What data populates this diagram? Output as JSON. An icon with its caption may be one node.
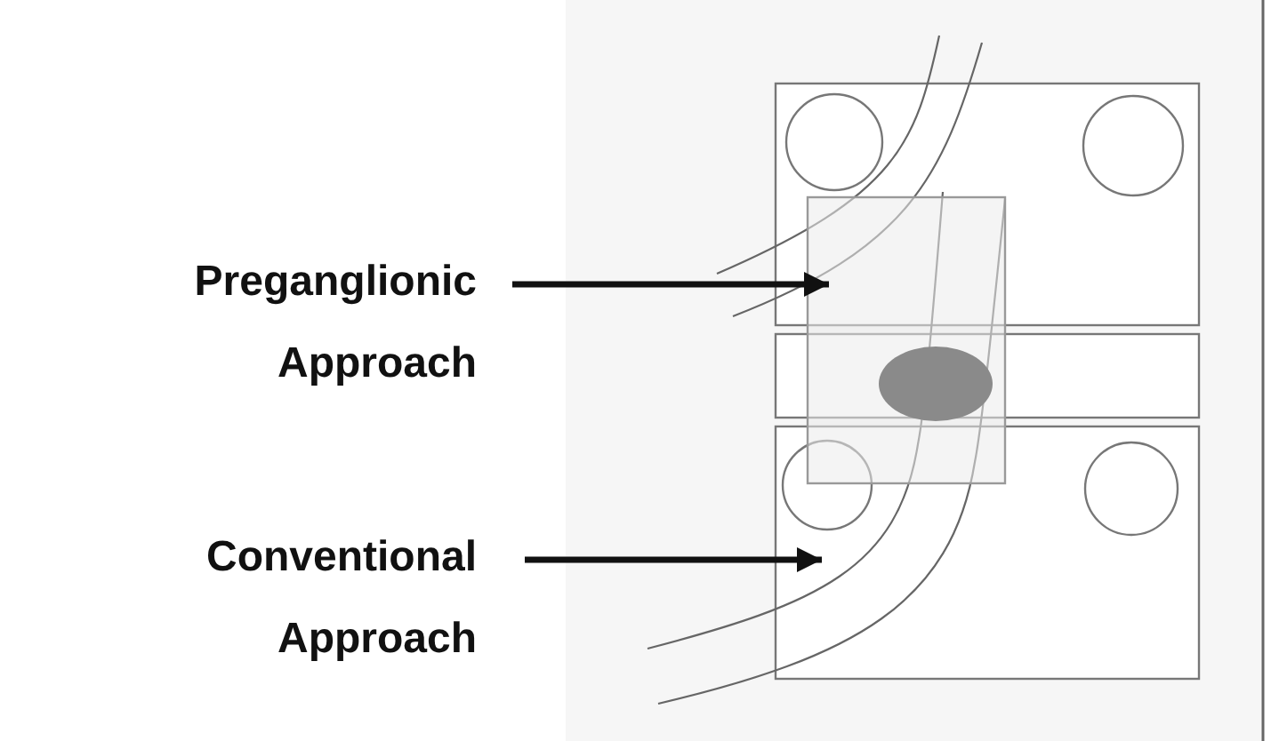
{
  "diagram": {
    "nodes": [
      {
        "text": [
          "Preganglionic Approach"
        ]
      },
      {
        "text": [
          "Conventional Approach"
        ]
      }
    ],
    "edges": [
      {
        "from": 0,
        "to": null,
        "arrow": "to"
      },
      {
        "from": 1,
        "to": null,
        "arrow": "to"
      }
    ]
  }
}
